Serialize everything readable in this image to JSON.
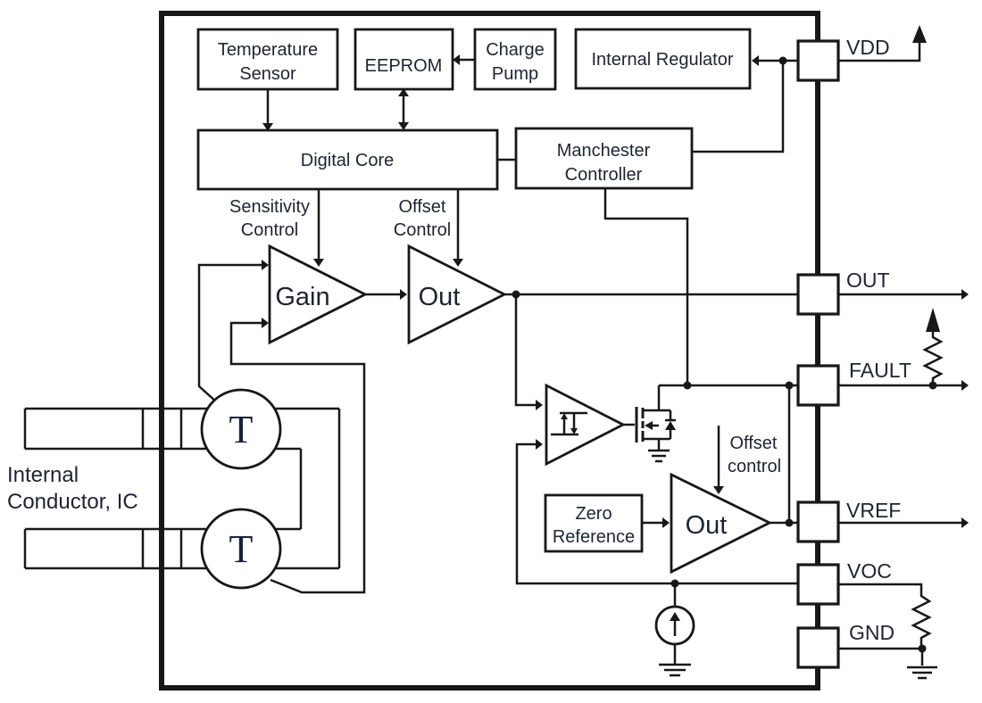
{
  "diagram": {
    "colors": {
      "line": "#181818",
      "text": "#1d2433",
      "background": "#ffffff"
    },
    "blocks": {
      "temperature_sensor": {
        "line1": "Temperature",
        "line2": "Sensor"
      },
      "eeprom": {
        "label": "EEPROM"
      },
      "charge_pump": {
        "line1": "Charge",
        "line2": "Pump"
      },
      "internal_regulator": {
        "label": "Internal Regulator"
      },
      "digital_core": {
        "label": "Digital Core"
      },
      "manchester_controller": {
        "line1": "Manchester",
        "line2": "Controller"
      },
      "zero_reference": {
        "line1": "Zero",
        "line2": "Reference"
      }
    },
    "amplifiers": {
      "gain": {
        "label": "Gain"
      },
      "out_main": {
        "label": "Out"
      },
      "out_vref": {
        "label": "Out"
      }
    },
    "sensors": {
      "hall_top": {
        "label": "T"
      },
      "hall_bottom": {
        "label": "T"
      }
    },
    "annotations": {
      "sensitivity_control": {
        "line1": "Sensitivity",
        "line2": "Control"
      },
      "offset_control": {
        "line1": "Offset",
        "line2": "Control"
      },
      "offset_control_vref": {
        "line1": "Offset",
        "line2": "control"
      },
      "internal_conductor": {
        "line1": "Internal",
        "line2": "Conductor, IC"
      }
    },
    "pins": [
      {
        "id": "vdd",
        "label": "VDD"
      },
      {
        "id": "out",
        "label": "OUT"
      },
      {
        "id": "fault",
        "label": "FAULT"
      },
      {
        "id": "vref",
        "label": "VREF"
      },
      {
        "id": "voc",
        "label": "VOC"
      },
      {
        "id": "gnd",
        "label": "GND"
      }
    ]
  }
}
